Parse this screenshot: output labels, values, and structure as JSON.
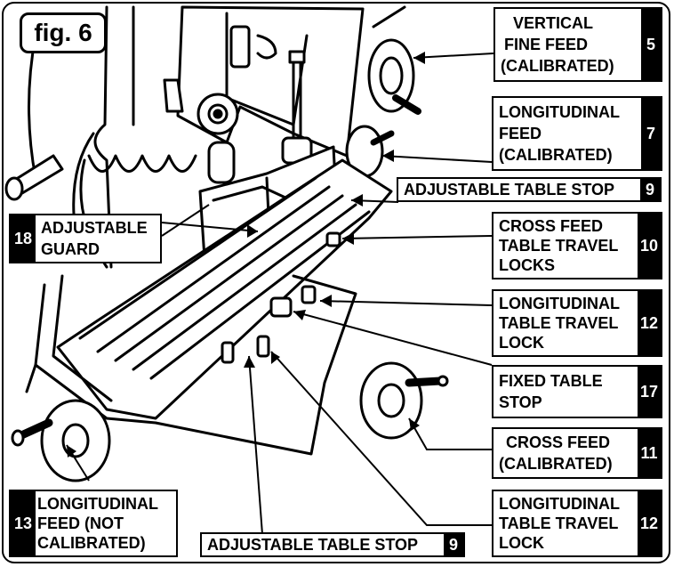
{
  "figure_label": "fig. 6",
  "callouts": {
    "vertical_fine_feed": {
      "lines": [
        "VERTICAL",
        "FINE FEED",
        "(CALIBRATED)"
      ],
      "number": "5"
    },
    "longitudinal_feed_cal": {
      "lines": [
        "LONGITUDINAL",
        "FEED",
        "(CALIBRATED)"
      ],
      "number": "7"
    },
    "adjustable_table_stop_top": {
      "lines": [
        "ADJUSTABLE TABLE STOP"
      ],
      "number": "9"
    },
    "adjustable_guard": {
      "lines": [
        "ADJUSTABLE",
        "GUARD"
      ],
      "number": "18"
    },
    "cross_feed_locks": {
      "lines": [
        "CROSS FEED",
        "TABLE TRAVEL",
        "LOCKS"
      ],
      "number": "10"
    },
    "longitudinal_lock_upper": {
      "lines": [
        "LONGITUDINAL",
        "TABLE TRAVEL",
        "LOCK"
      ],
      "number": "12"
    },
    "fixed_table_stop": {
      "lines": [
        "FIXED TABLE",
        "STOP"
      ],
      "number": "17"
    },
    "cross_feed_cal": {
      "lines": [
        "CROSS FEED",
        "(CALIBRATED)"
      ],
      "number": "11"
    },
    "longitudinal_feed_not_cal": {
      "lines": [
        "LONGITUDINAL",
        "FEED (NOT",
        "CALIBRATED)"
      ],
      "number": "13"
    },
    "adjustable_table_stop_bottom": {
      "lines": [
        "ADJUSTABLE TABLE STOP"
      ],
      "number": "9"
    },
    "longitudinal_lock_lower": {
      "lines": [
        "LONGITUDINAL",
        "TABLE TRAVEL",
        "LOCK"
      ],
      "number": "12"
    }
  }
}
